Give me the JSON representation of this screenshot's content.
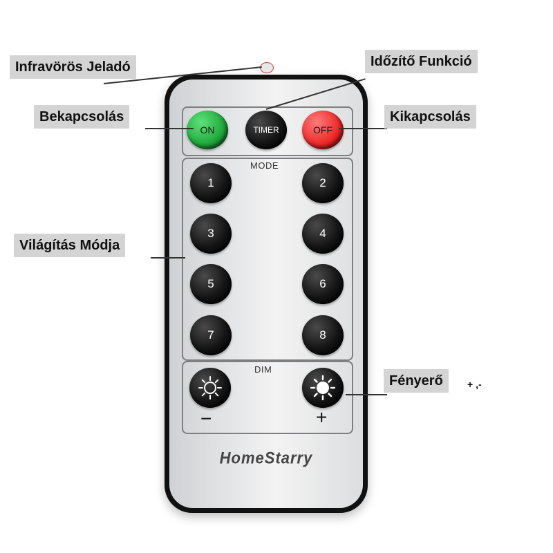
{
  "callouts": {
    "ir": "Infravörös Jeladó",
    "timer": "Időzítő Funkció",
    "on": "Bekapcsolás",
    "off": "Kikapcsolás",
    "mode": "Világítás Módja",
    "brightness": "Fényerő",
    "brightness_suffix": "+ ,-"
  },
  "remote": {
    "top_buttons": {
      "on": "ON",
      "timer": "TIMER",
      "off": "OFF"
    },
    "mode_caption": "MODE",
    "mode_buttons": [
      "1",
      "2",
      "3",
      "4",
      "5",
      "6",
      "7",
      "8"
    ],
    "dim_caption": "DIM",
    "dim_minus": "−",
    "dim_plus": "+",
    "brand": "HomeStarry"
  },
  "icons": {
    "dim_down": "sun-outline-icon",
    "dim_up": "sun-filled-icon"
  },
  "colors": {
    "on_button": "#1faa3c",
    "off_button": "#ee2727",
    "callout_bg": "#d4d4d4"
  }
}
